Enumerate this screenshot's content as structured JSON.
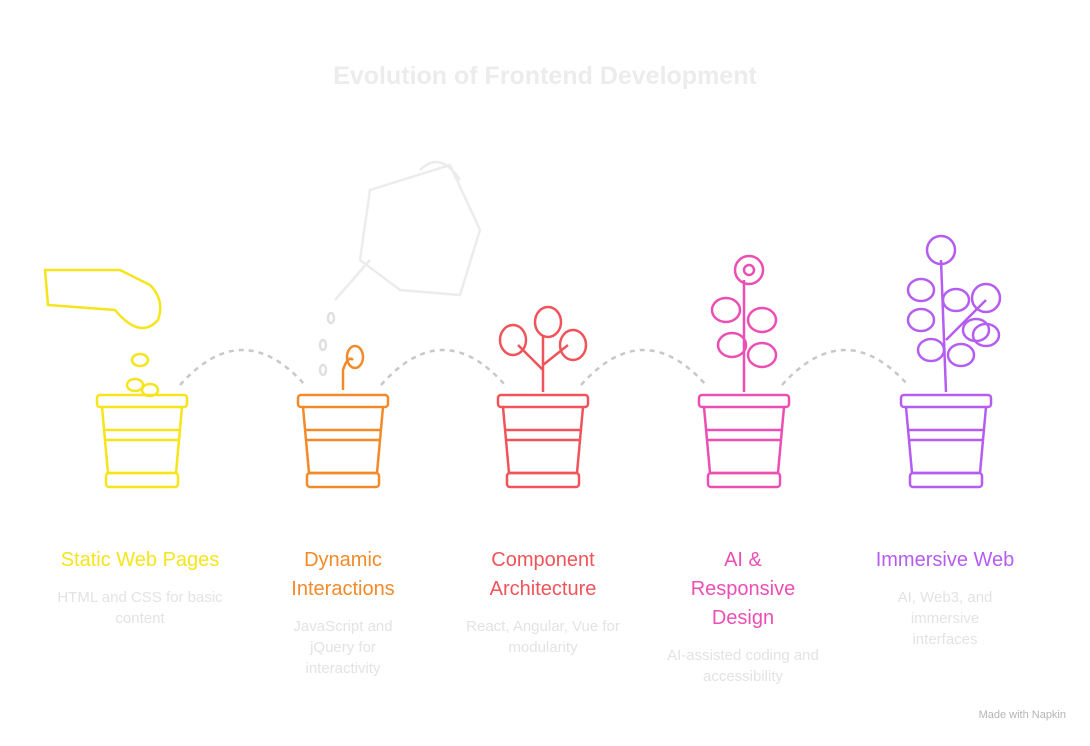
{
  "title": "Evolution of Frontend Development",
  "stages": [
    {
      "label": "Static Web Pages",
      "description": "HTML and CSS for basic content",
      "color": "#f5e51a",
      "plant": "seeds"
    },
    {
      "label": "Dynamic Interactions",
      "description": "JavaScript and jQuery for interactivity",
      "color": "#f38a2a",
      "plant": "sprout"
    },
    {
      "label": "Component Architecture",
      "description": "React, Angular, Vue for modularity",
      "color": "#f0545a",
      "plant": "leafy"
    },
    {
      "label": "AI & Responsive Design",
      "description": "AI-assisted coding and accessibility",
      "color": "#ec4fb4",
      "plant": "flower"
    },
    {
      "label": "Immersive Web",
      "description": "AI, Web3, and immersive interfaces",
      "color": "#b55df0",
      "plant": "bush"
    }
  ],
  "footer": "Made with Napkin"
}
